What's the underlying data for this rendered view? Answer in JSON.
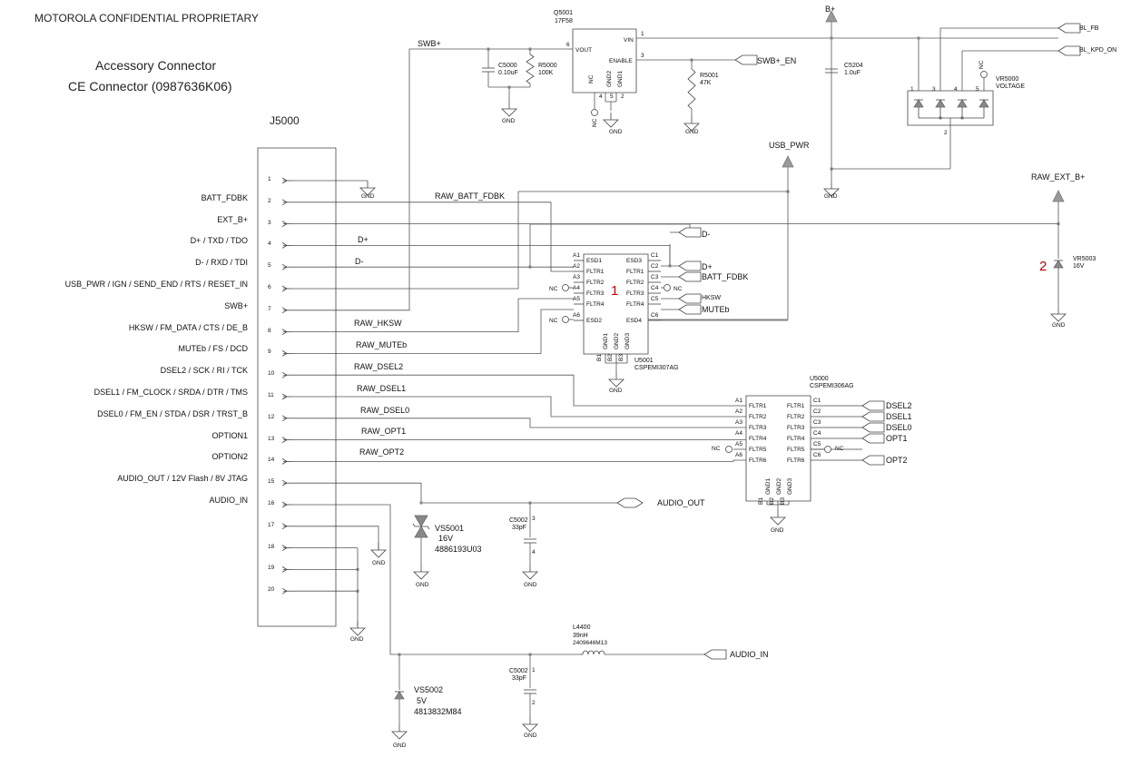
{
  "header": {
    "confidential": "MOTOROLA CONFIDENTIAL PROPRIETARY",
    "title": "Accessory Connector",
    "subtitle": "CE Connector (0987636K06)",
    "connector_ref": "J5000"
  },
  "connector_pins": [
    {
      "num": "1",
      "label": ""
    },
    {
      "num": "2",
      "label": "BATT_FDBK"
    },
    {
      "num": "3",
      "label": "EXT_B+"
    },
    {
      "num": "4",
      "label": "D+ / TXD / TDO"
    },
    {
      "num": "5",
      "label": "D- / RXD / TDI"
    },
    {
      "num": "6",
      "label": "USB_PWR / IGN / SEND_END / RTS / RESET_IN"
    },
    {
      "num": "7",
      "label": "SWB+"
    },
    {
      "num": "8",
      "label": "HKSW / FM_DATA / CTS / DE_B"
    },
    {
      "num": "9",
      "label": "MUTEb / FS / DCD"
    },
    {
      "num": "10",
      "label": "DSEL2 / SCK / RI / TCK"
    },
    {
      "num": "11",
      "label": "DSEL1 / FM_CLOCK / SRDA / DTR / TMS"
    },
    {
      "num": "12",
      "label": "DSEL0 / FM_EN / STDA / DSR / TRST_B"
    },
    {
      "num": "13",
      "label": "OPTION1"
    },
    {
      "num": "14",
      "label": "OPTION2"
    },
    {
      "num": "15",
      "label": "AUDIO_OUT / 12V Flash / 8V JTAG"
    },
    {
      "num": "16",
      "label": "AUDIO_IN"
    },
    {
      "num": "17",
      "label": ""
    },
    {
      "num": "18",
      "label": ""
    },
    {
      "num": "19",
      "label": ""
    },
    {
      "num": "20",
      "label": ""
    }
  ],
  "nets": {
    "swb": "SWB+",
    "raw_batt_fdbk": "RAW_BATT_FDBK",
    "dplus": "D+",
    "dminus": "D-",
    "raw_hksw": "RAW_HKSW",
    "raw_muteb": "RAW_MUTEb",
    "raw_dsel2": "RAW_DSEL2",
    "raw_dsel1": "RAW_DSEL1",
    "raw_dsel0": "RAW_DSEL0",
    "raw_opt1": "RAW_OPT1",
    "raw_opt2": "RAW_OPT2",
    "usb_pwr": "USB_PWR",
    "raw_ext_b": "RAW_EXT_B+",
    "bplus": "B+",
    "swb_en": "SWB+_EN",
    "bl_fb": "BL_FB",
    "bl_kpd_on": "BL_KPD_ON",
    "audio_out": "AUDIO_OUT",
    "audio_in": "AUDIO_IN",
    "gnd": "GND",
    "nc": "NC"
  },
  "ports": {
    "dminus": "D-",
    "dplus": "D+",
    "batt_fdbk": "BATT_FDBK",
    "hksw": "HKSW",
    "muteb": "MUTEb",
    "dsel2": "DSEL2",
    "dsel1": "DSEL1",
    "dsel0": "DSEL0",
    "opt1": "OPT1",
    "opt2": "OPT2"
  },
  "components": {
    "q5001": {
      "ref": "Q5001",
      "value": "17F58",
      "vout": "VOUT",
      "vin": "VIN",
      "enable": "ENABLE",
      "gnd2": "GND2",
      "gnd1": "GND1",
      "nc": "NC",
      "p6": "6",
      "p1": "1",
      "p3": "3",
      "p4": "4",
      "p5": "5",
      "p2": "2"
    },
    "c5000": {
      "ref": "C5000",
      "value": "0.10uF"
    },
    "r5000": {
      "ref": "R5000",
      "value": "100K"
    },
    "r5001": {
      "ref": "R5001",
      "value": "47K"
    },
    "c5204": {
      "ref": "C5204",
      "value": "1.0uF"
    },
    "vr5000": {
      "ref": "VR5000",
      "value": "VOLTAGE",
      "p1": "1",
      "p3": "3",
      "p4": "4",
      "p5": "5",
      "p2": "2"
    },
    "vr5003": {
      "ref": "VR5003",
      "value": "16V"
    },
    "u5001": {
      "ref": "U5001",
      "value": "CSPEMI307AG",
      "left_pins": [
        {
          "num": "A1",
          "name": "ESD1"
        },
        {
          "num": "A2",
          "name": "FLTR1"
        },
        {
          "num": "A3",
          "name": "FLTR2"
        },
        {
          "num": "A4",
          "name": "FLTR3"
        },
        {
          "num": "A5",
          "name": "FLTR4"
        },
        {
          "num": "A6",
          "name": "ESD2"
        }
      ],
      "right_pins": [
        {
          "num": "C1",
          "name": "ESD3"
        },
        {
          "num": "C2",
          "name": "FLTR1"
        },
        {
          "num": "C3",
          "name": "FLTR2"
        },
        {
          "num": "C4",
          "name": "FLTR3"
        },
        {
          "num": "C5",
          "name": "FLTR4"
        },
        {
          "num": "C6",
          "name": "ESD4"
        }
      ],
      "gnd_pins": [
        "GND1",
        "GND2",
        "GND3"
      ],
      "bottom_pins": [
        "B1",
        "B2",
        "B3"
      ]
    },
    "u5000": {
      "ref": "U5000",
      "value": "CSPEMI306AG",
      "left_pins": [
        {
          "num": "A1",
          "name": "FLTR1"
        },
        {
          "num": "A2",
          "name": "FLTR2"
        },
        {
          "num": "A3",
          "name": "FLTR3"
        },
        {
          "num": "A4",
          "name": "FLTR4"
        },
        {
          "num": "A5",
          "name": "FLTR5"
        },
        {
          "num": "A6",
          "name": "FLTR6"
        }
      ],
      "right_pins": [
        {
          "num": "C1",
          "name": "FLTR1"
        },
        {
          "num": "C2",
          "name": "FLTR2"
        },
        {
          "num": "C3",
          "name": "FLTR3"
        },
        {
          "num": "C4",
          "name": "FLTR4"
        },
        {
          "num": "C5",
          "name": "FLTR5"
        },
        {
          "num": "C6",
          "name": "FLTR6"
        }
      ],
      "gnd_pins": [
        "GND1",
        "GND2",
        "GND3"
      ],
      "bottom_pins": [
        "B1",
        "B2",
        "B3"
      ]
    },
    "vs5001": {
      "ref": "VS5001",
      "value": "16V",
      "part": "4886193U03"
    },
    "c5002a": {
      "ref": "C5002",
      "value": "33pF",
      "p_top": "3",
      "p_bot": "4"
    },
    "l4400": {
      "ref": "L4400",
      "value": "39nH",
      "part": "2409646M13"
    },
    "c5002b": {
      "ref": "C5002",
      "value": "33pF",
      "p_top": "1",
      "p_bot": "2"
    },
    "vs5002": {
      "ref": "VS5002",
      "value": "5V",
      "part": "4813832M84"
    }
  },
  "markers": {
    "m1": "1",
    "m2": "2"
  }
}
